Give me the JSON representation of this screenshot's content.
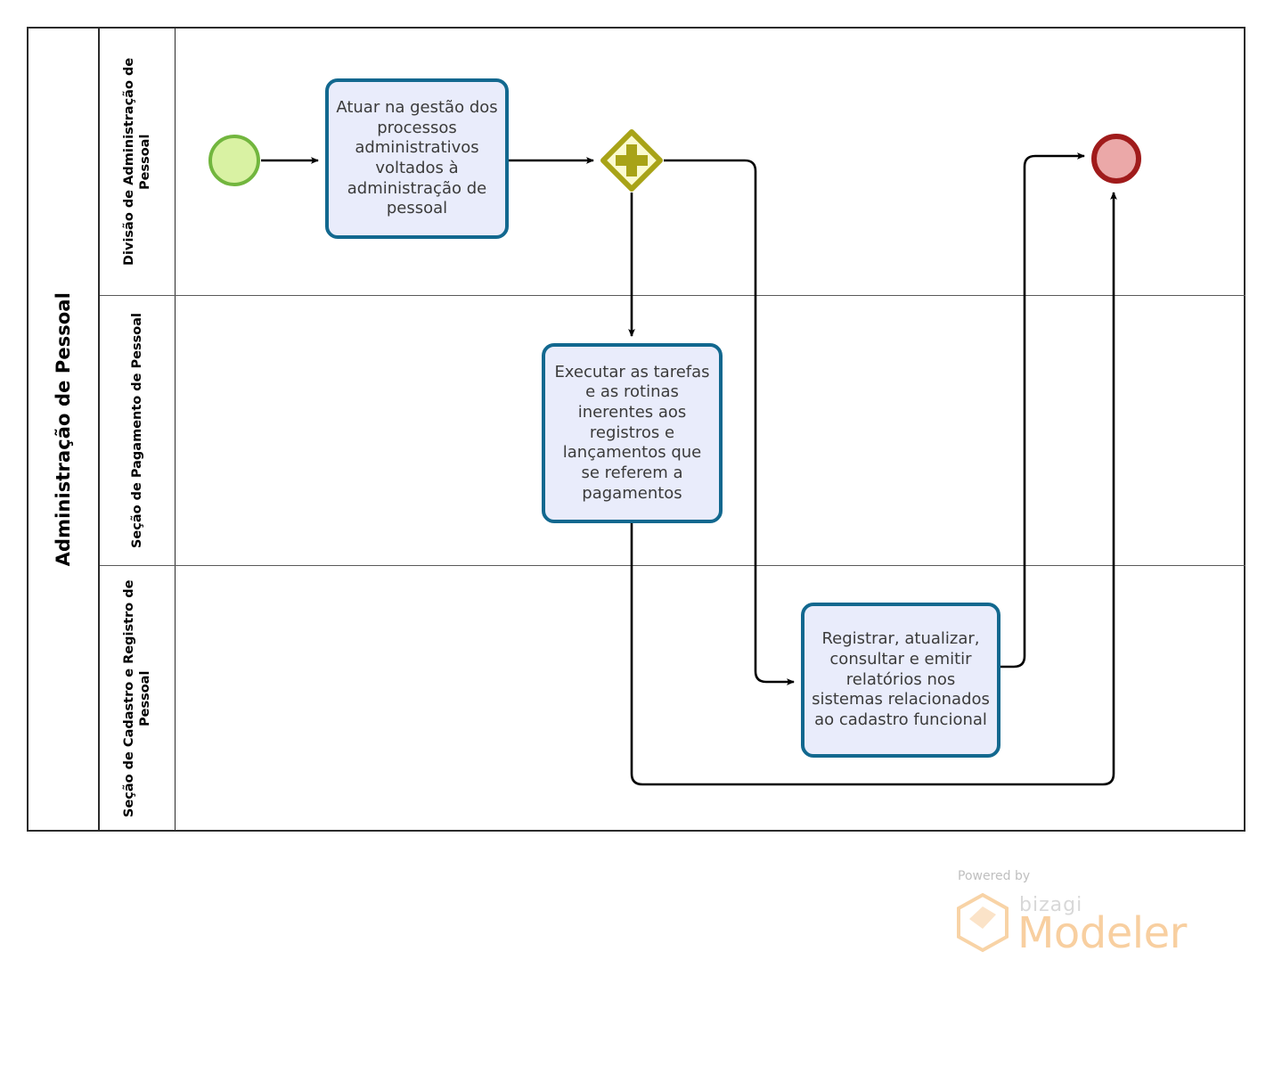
{
  "diagram": {
    "type": "bpmn-process-diagram",
    "pool": {
      "name": "Administração de Pessoal"
    },
    "lanes": [
      {
        "id": "lane-1",
        "name": "Divisão de Administração de Pessoal"
      },
      {
        "id": "lane-2",
        "name": "Seção de Pagamento de Pessoal"
      },
      {
        "id": "lane-3",
        "name": "Seção de Cadastro e Registro de Pessoal"
      }
    ],
    "events": [
      {
        "id": "start-event",
        "kind": "start-event",
        "lane": "lane-1",
        "label": "",
        "fill": "#D9F2A3",
        "stroke": "#72B63E"
      },
      {
        "id": "end-event",
        "kind": "end-event",
        "lane": "lane-1",
        "label": "",
        "fill": "#EBA8A8",
        "stroke": "#A01B1B"
      }
    ],
    "gateways": [
      {
        "id": "gateway-parallel",
        "kind": "parallel-gateway",
        "symbol": "plus",
        "lane": "lane-1",
        "fill": "#FBFBD0",
        "stroke": "#A8A317"
      }
    ],
    "tasks": [
      {
        "id": "task-1",
        "lane": "lane-1",
        "label": "Atuar na gestão dos processos administrativos voltados à administração de pessoal"
      },
      {
        "id": "task-2",
        "lane": "lane-2",
        "label": "Executar as tarefas e as rotinas inerentes aos registros e lançamentos  que se referem a pagamentos"
      },
      {
        "id": "task-3",
        "lane": "lane-3",
        "label": "Registrar, atualizar, consultar e emitir relatórios nos sistemas relacionados ao cadastro funcional"
      }
    ],
    "sequence_flows": [
      {
        "id": "flow-start-to-task1",
        "from": "start-event",
        "to": "task-1",
        "label": ""
      },
      {
        "id": "flow-task1-to-gateway",
        "from": "task-1",
        "to": "gateway-parallel",
        "label": ""
      },
      {
        "id": "flow-gateway-to-task2",
        "from": "gateway-parallel",
        "to": "task-2",
        "label": ""
      },
      {
        "id": "flow-gateway-to-task3",
        "from": "gateway-parallel",
        "to": "task-3",
        "label": ""
      },
      {
        "id": "flow-task3-to-end",
        "from": "task-3",
        "to": "end-event",
        "label": ""
      },
      {
        "id": "flow-task2-to-end",
        "from": "task-2",
        "to": "end-event",
        "label": ""
      }
    ],
    "style": {
      "task_fill": "#E9ECFB",
      "task_stroke": "#12688F",
      "connector_stroke": "#000000",
      "lane_stroke": "#595959",
      "pool_stroke": "#2b2b2b"
    }
  },
  "watermark": {
    "powered_by": "Powered by",
    "brand": "bizagi",
    "product": "Modeler",
    "color": "#F8CFA0"
  }
}
